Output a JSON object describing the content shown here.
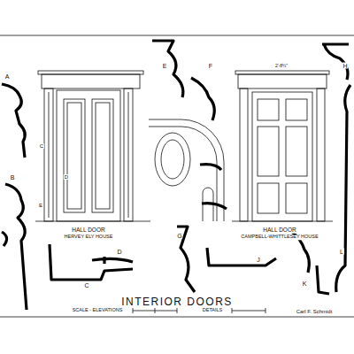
{
  "diagram": {
    "title": "INTERIOR DOORS",
    "labels": [
      "A",
      "B",
      "C",
      "D",
      "E",
      "E",
      "F",
      "G",
      "H",
      "J",
      "K",
      "L",
      "C",
      "D",
      "HALL DOOR",
      "HERVEY ELY HOUSE",
      "HALL DOOR",
      "CAMPBELL-WHITTLESEY HOUSE",
      "SCALE - ELEVATIONS",
      "DETAILS",
      "Carl F. Schmidt",
      "2'-8½\""
    ]
  }
}
